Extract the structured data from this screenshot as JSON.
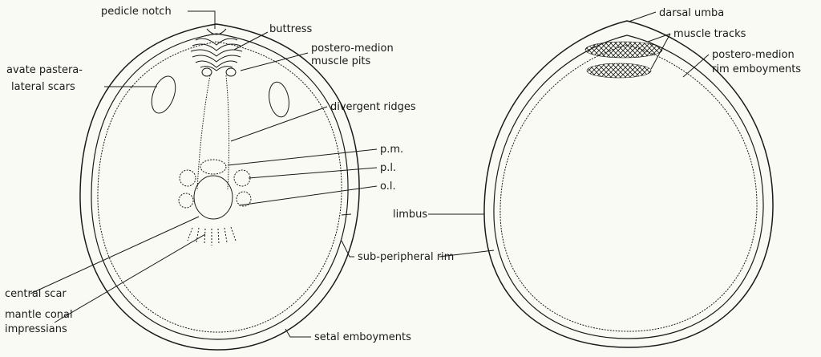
{
  "labels": {
    "pedicle_notch": "pedicle notch",
    "buttress": "buttress",
    "postero_medion_pits_1": "postero-medion",
    "postero_medion_pits_2": "muscle pits",
    "avate_1": "avate pastera-",
    "avate_2": "lateral scars",
    "divergent_ridges": "divergent ridges",
    "pm": "p.m.",
    "pl": "p.l.",
    "ol": "o.l.",
    "limbus": "limbus",
    "sub_peripheral_rim": "sub-peripheral rim",
    "central_scar": "central scar",
    "mantle_1": "mantle conal",
    "mantle_2": "impressians",
    "setal_emboyments": "setal emboyments",
    "darsal_umba": "darsal umba",
    "muscle_tracks": "muscle tracks",
    "rim_emboyments_1": "postero-medion",
    "rim_emboyments_2": "rim emboyments"
  },
  "colors": {
    "ink": "#1a1a1a",
    "paper": "#fafaf4"
  }
}
